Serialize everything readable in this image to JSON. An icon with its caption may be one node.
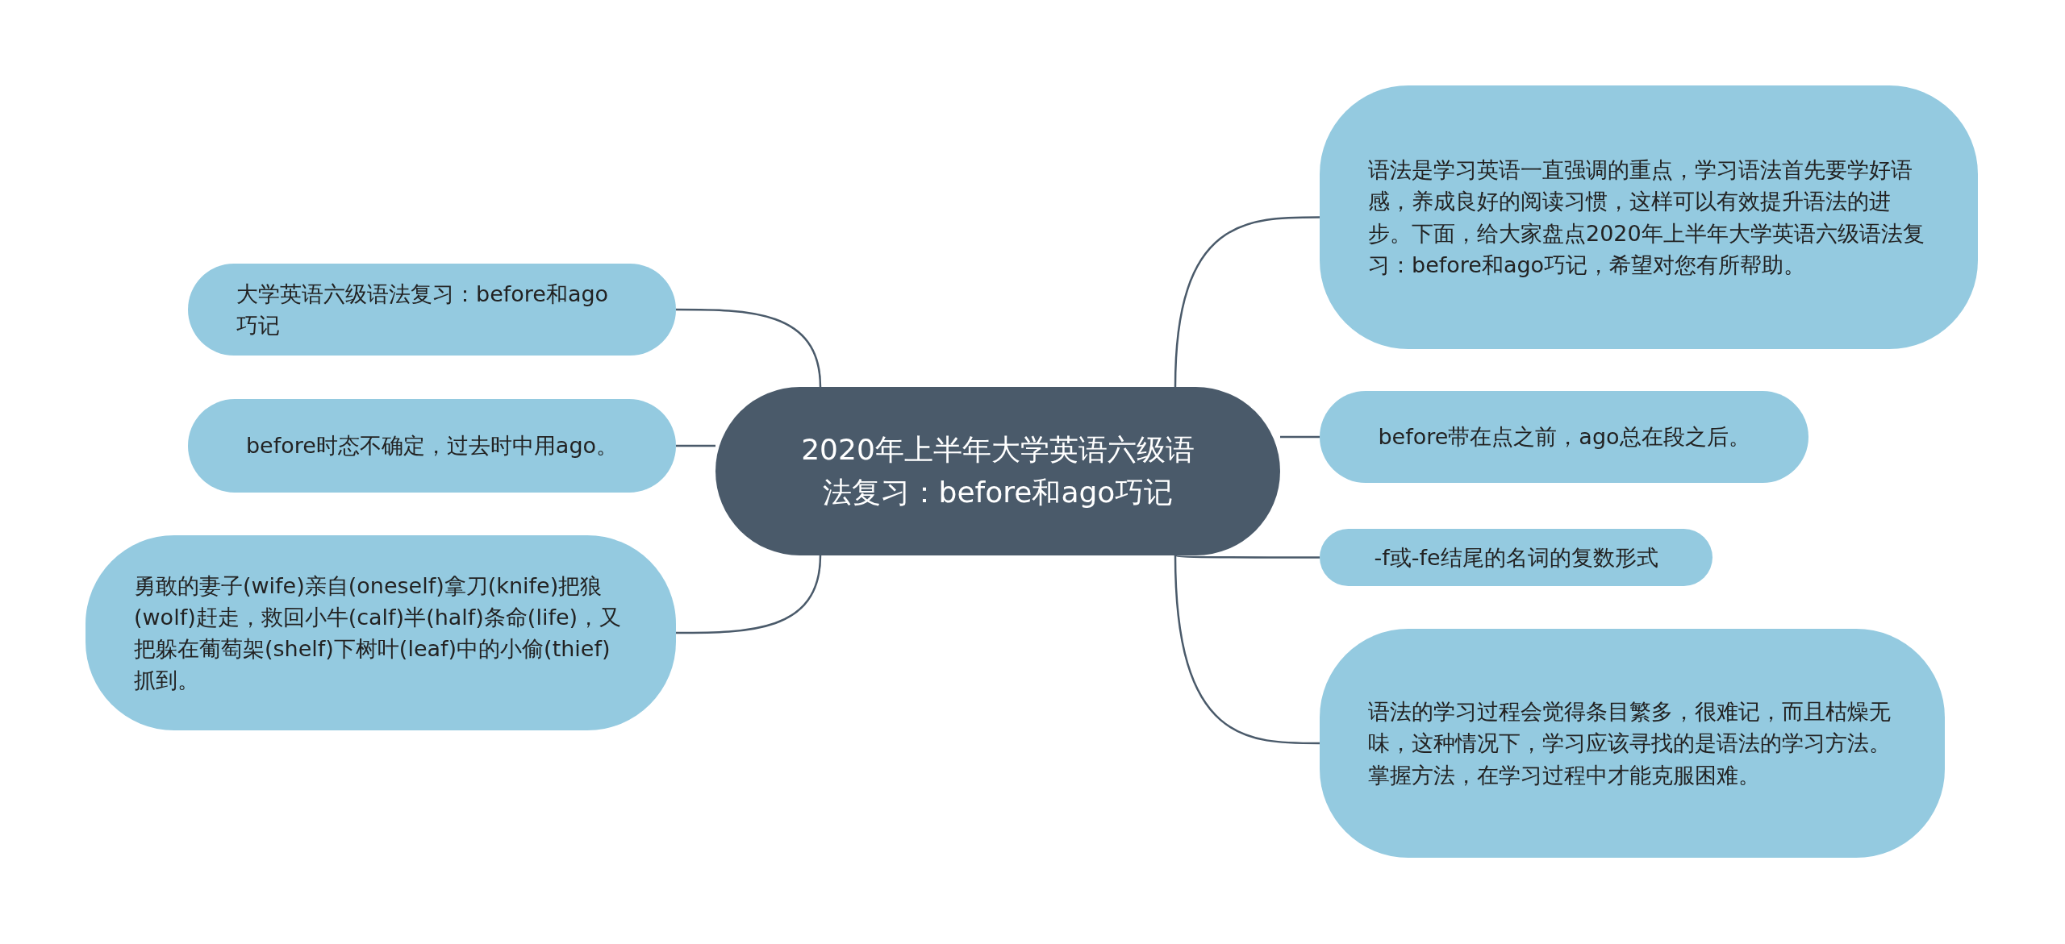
{
  "diagram": {
    "nodes": [
      {
        "text": [
          "2020年上半年大学英语六级语法复习：before和ago巧记"
        ]
      },
      {
        "text": [
          "大学英语六级语法复习：before和ago巧记"
        ]
      },
      {
        "text": [
          "before时态不确定，过去时中用ago。"
        ]
      },
      {
        "text": [
          "勇敢的妻子(wife)亲自(oneself)拿刀(knife)把狼(wolf)赶走，救回小牛(calf)半(half)条命(life)，又把躲在葡萄架(shelf)下树叶(leaf)中的小偷(thief)抓到。"
        ]
      },
      {
        "text": [
          "语法是学习英语一直强调的重点，学习语法首先要学好语感，养成良好的阅读习惯，这样可以有效提升语法的进步。下面，给大家盘点2020年上半年大学英语六级语法复习：before和ago巧记，希望对您有所帮助。"
        ]
      },
      {
        "text": [
          "before带在点之前，ago总在段之后。"
        ]
      },
      {
        "text": [
          "-f或-fe结尾的名词的复数形式"
        ]
      },
      {
        "text": [
          "语法的学习过程会觉得条目繁多，很难记，而且枯燥无味，这种情况下，学习应该寻找的是语法的学习方法。掌握方法，在学习过程中才能克服困难。"
        ]
      }
    ],
    "edges": [
      {
        "from": 0,
        "to": 1,
        "arrow": "none"
      },
      {
        "from": 0,
        "to": 2,
        "arrow": "none"
      },
      {
        "from": 0,
        "to": 3,
        "arrow": "none"
      },
      {
        "from": 0,
        "to": 4,
        "arrow": "none"
      },
      {
        "from": 0,
        "to": 5,
        "arrow": "none"
      },
      {
        "from": 0,
        "to": 6,
        "arrow": "none"
      },
      {
        "from": 0,
        "to": 7,
        "arrow": "none"
      }
    ]
  }
}
